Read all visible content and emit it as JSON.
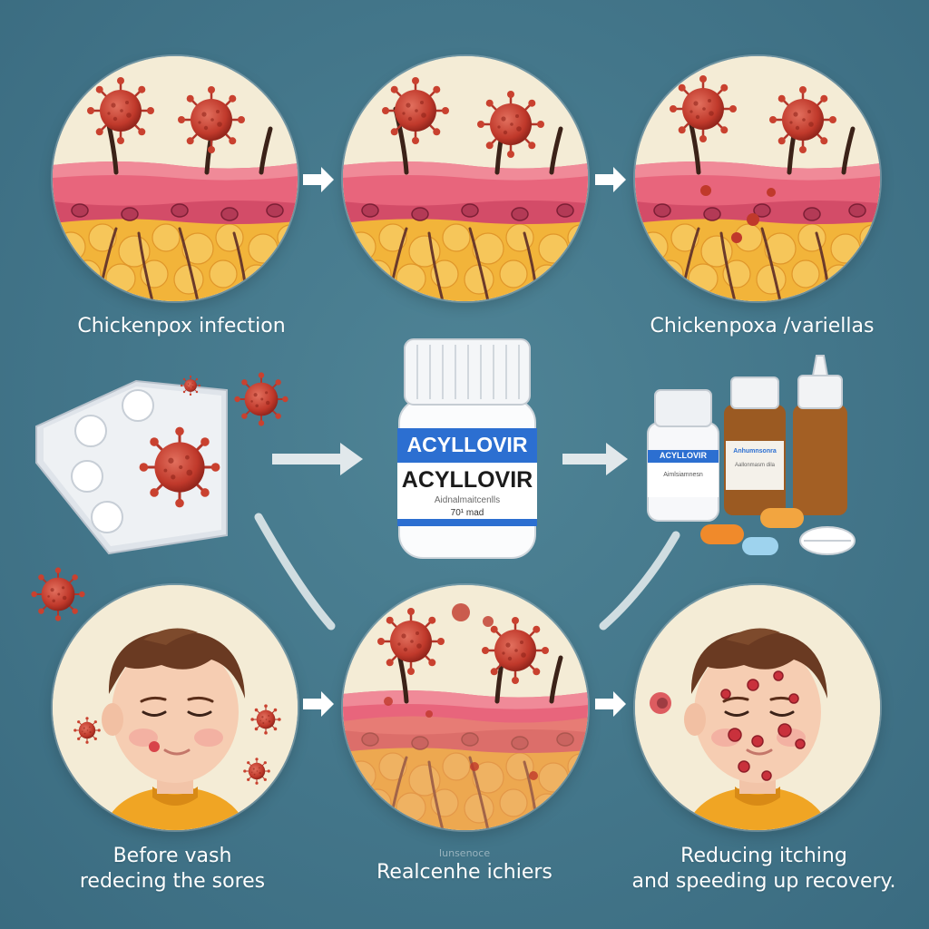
{
  "captions": {
    "top_left": "Chickenpox infection",
    "top_right": "Chickenpoxa /variellas",
    "bottom_left": [
      "Before vash",
      "redecing the sores"
    ],
    "bottom_middle_faint": "Iunsenoce",
    "bottom_middle": "Realcenhe ichiers",
    "bottom_right": [
      "Reducing itching",
      "and speeding up recovery."
    ]
  },
  "bottle": {
    "brand_top": "ACYLLOVIR",
    "brand_main": "ACYLLOVIR",
    "subtitle": "Aidnalmaitcenlls",
    "dose": "70¹ mad"
  },
  "small_bottles": {
    "white_label": "ACYLLOVIR",
    "white_sub": "Aimlsiamnesn",
    "amber_label": "Anhumnsonra",
    "amber_sub": "Aallonmasm dila"
  },
  "colors": {
    "background": "#43768a",
    "panel_bg": "#f4ecd6",
    "skin_pink": "#e8657c",
    "fat_yellow": "#f2b43a",
    "virus_red": "#c0392b",
    "label_blue": "#2c6fd1"
  }
}
